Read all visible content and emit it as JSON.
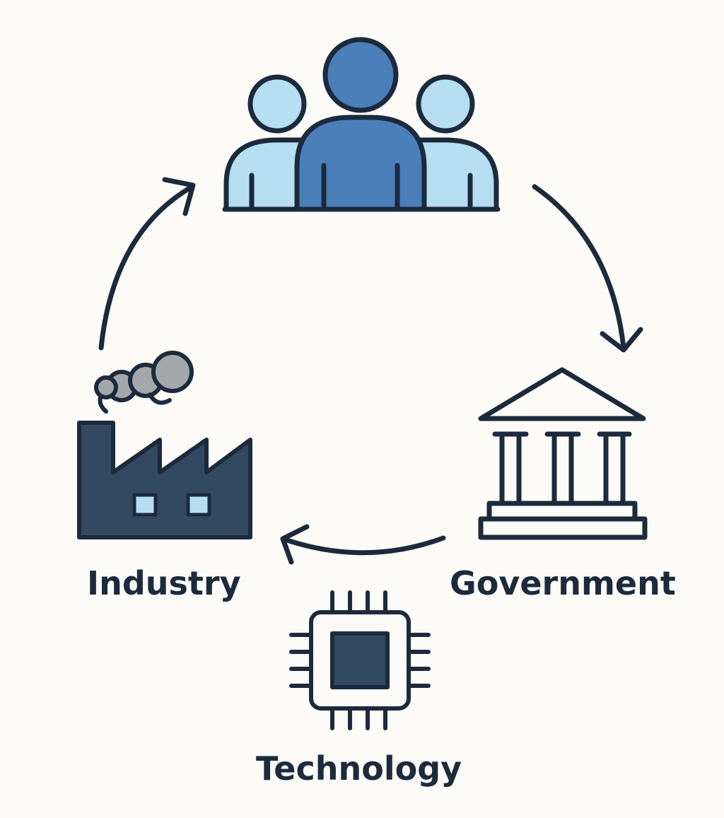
{
  "labels": {
    "industry": "Industry",
    "government": "Government",
    "technology": "Technology"
  },
  "colors": {
    "background": "#fcfbf8",
    "outline": "#1c2a3c",
    "people_light": "#b5dff0",
    "people_center": "#4a7fba",
    "factory": "#33495f",
    "factory_window": "#b5dff0",
    "smoke": "#a4a8ab",
    "chip_core": "#33495f"
  },
  "icons": [
    "people-group-icon",
    "government-building-icon",
    "factory-icon",
    "microchip-icon",
    "cycle-arrow-icon"
  ]
}
